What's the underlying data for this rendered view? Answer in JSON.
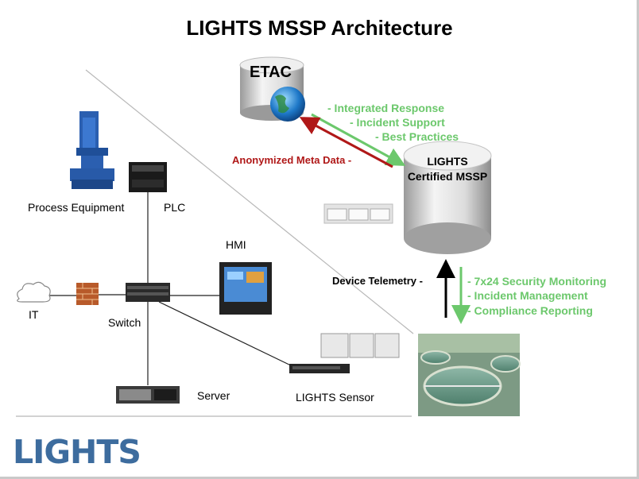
{
  "title": "LIGHTS MSSP Architecture",
  "etac": {
    "label": "ETAC"
  },
  "mssp": {
    "label": "LIGHTS Certified MSSP"
  },
  "etac_to_mssp": [
    "- Integrated Response",
    "- Incident  Support",
    "- Best Practices"
  ],
  "mssp_to_etac": "Anonymized  Meta Data  -",
  "telemetry_label": "Device Telemetry -",
  "mssp_services": [
    "- 7x24  Security  Monitoring",
    "- Incident  Management",
    "- Compliance  Reporting"
  ],
  "devices": {
    "process_equipment": "Process Equipment",
    "plc": "PLC",
    "hmi": "HMI",
    "it": "IT",
    "switch": "Switch",
    "server": "Server",
    "sensor": "LIGHTS  Sensor"
  },
  "logo": "LIGHTS",
  "colors": {
    "green": "#6cc86c",
    "red": "#b01818",
    "logo_blue": "#3d6c9e"
  }
}
